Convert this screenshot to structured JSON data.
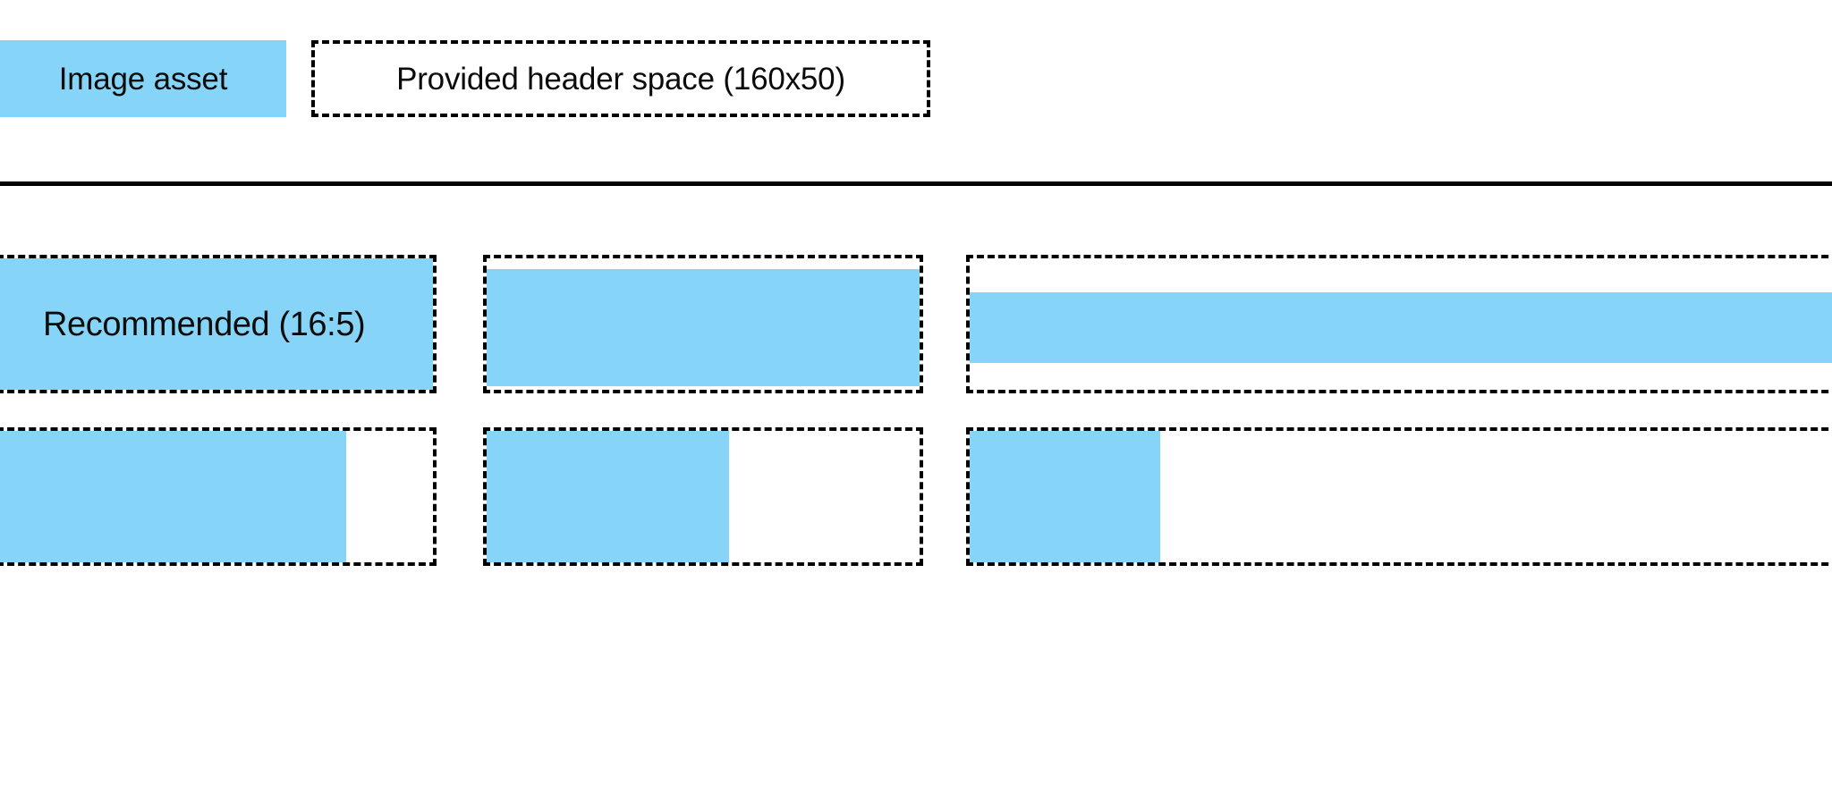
{
  "page": {
    "background_color": "#ffffff",
    "accent_color": "#86d5f8",
    "outline_color": "#000000"
  },
  "header": {
    "asset_chip": {
      "label": "Image asset"
    },
    "provided_space": {
      "label": "Provided header space (160x50)"
    }
  },
  "divider": {
    "present": true
  },
  "grid": {
    "rows": [
      {
        "name": "aspect-ratio-row",
        "cells": [
          {
            "name": "recommended-16-5",
            "label": "Recommended (16:5)",
            "fill": "full"
          },
          {
            "name": "ratio-wider-inset",
            "label": "",
            "fill": "vertical-inset"
          },
          {
            "name": "ratio-letterbox",
            "label": "",
            "fill": "letterbox-band"
          }
        ]
      },
      {
        "name": "width-fraction-row",
        "cells": [
          {
            "name": "fill-80-percent",
            "label": "",
            "fill": "80%"
          },
          {
            "name": "fill-56-percent",
            "label": "",
            "fill": "56%"
          },
          {
            "name": "fill-22-percent",
            "label": "",
            "fill": "22%"
          }
        ]
      }
    ]
  }
}
